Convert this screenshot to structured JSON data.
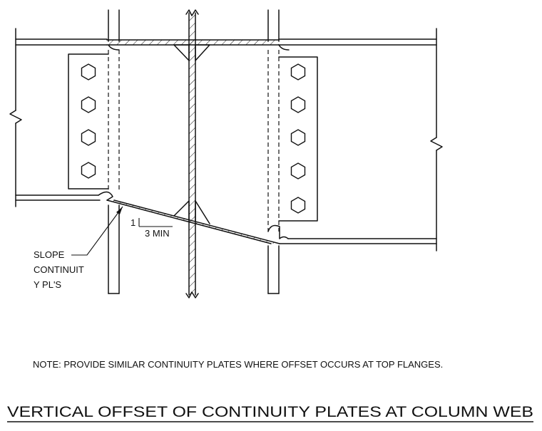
{
  "drawing": {
    "label_slope_lines": [
      "SLOPE",
      "CONTINUIT",
      "Y PL'S"
    ],
    "slope_rise": "1",
    "slope_run": "3 MIN",
    "note": "NOTE:  PROVIDE SIMILAR CONTINUITY PLATES WHERE OFFSET OCCURS AT TOP FLANGES.",
    "title": "VERTICAL OFFSET OF CONTINUITY PLATES AT COLUMN WEB"
  },
  "icons": {
    "bolt": "hexagon-bolt-icon",
    "break": "break-line-icon",
    "weld": "fillet-weld-icon"
  }
}
